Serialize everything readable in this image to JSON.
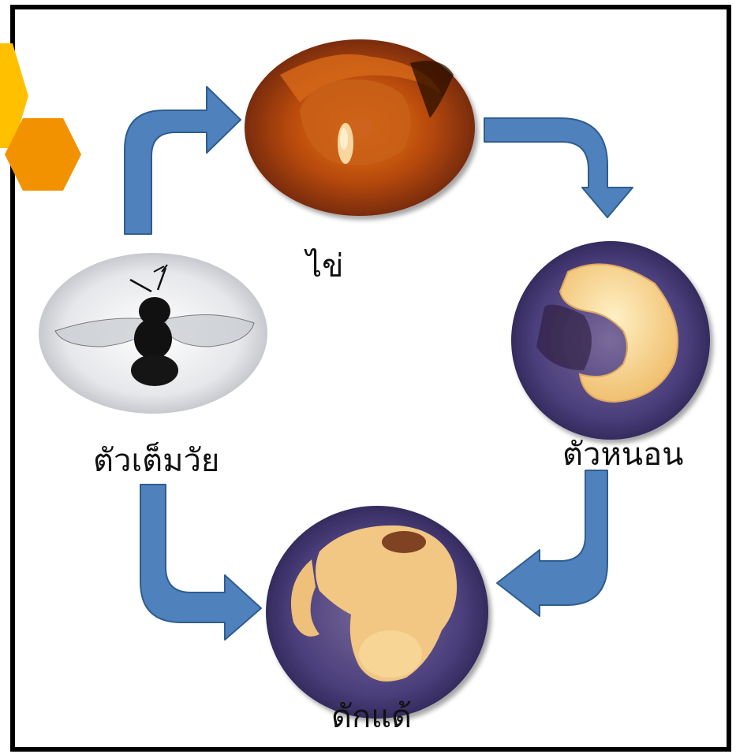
{
  "stages": {
    "egg": "ไข่",
    "larva": "ตัวหนอน",
    "pupa": "ดักแด้",
    "adult": "ตัวเต็มวัย"
  },
  "colors": {
    "arrow_fill": "#4f81bd",
    "arrow_stroke": "#2f5d8f",
    "frame": "#000000",
    "hex_yellow": "#ffc000",
    "hex_orange": "#f39200"
  },
  "icons": [
    "hexagon-yellow",
    "hexagon-orange",
    "arrow",
    "egg-photo",
    "larva-photo",
    "pupa-photo",
    "adult-bee-photo"
  ]
}
